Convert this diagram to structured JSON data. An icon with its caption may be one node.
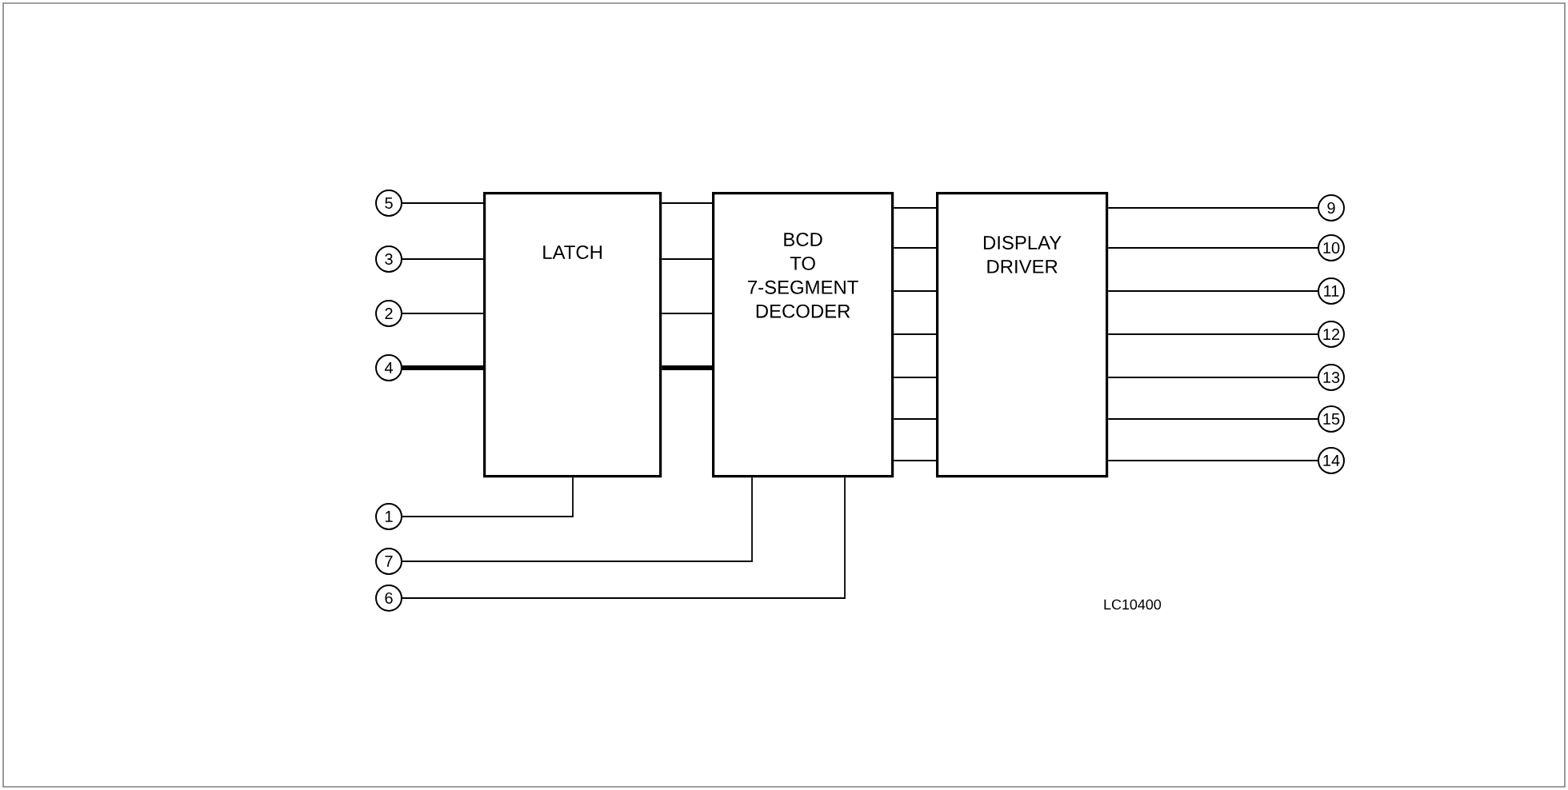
{
  "diagram": {
    "nodes": [
      {
        "text": [
          "LATCH"
        ]
      },
      {
        "text": [
          "BCD TO 7-SEGMENT DECODER"
        ]
      },
      {
        "text": [
          "DISPLAY DRIVER"
        ]
      },
      {
        "text": [
          "5"
        ]
      },
      {
        "text": [
          "3"
        ]
      },
      {
        "text": [
          "2"
        ]
      },
      {
        "text": [
          "4"
        ]
      },
      {
        "text": [
          "1"
        ]
      },
      {
        "text": [
          "7"
        ]
      },
      {
        "text": [
          "6"
        ]
      },
      {
        "text": [
          "9"
        ]
      },
      {
        "text": [
          "10"
        ]
      },
      {
        "text": [
          "11"
        ]
      },
      {
        "text": [
          "12"
        ]
      },
      {
        "text": [
          "13"
        ]
      },
      {
        "text": [
          "15"
        ]
      },
      {
        "text": [
          "14"
        ]
      }
    ],
    "edges": [
      {
        "from": 3,
        "to": 0,
        "arrow": "none"
      },
      {
        "from": 4,
        "to": 0,
        "arrow": "none"
      },
      {
        "from": 5,
        "to": 0,
        "arrow": "none"
      },
      {
        "from": 6,
        "to": 0,
        "arrow": "none",
        "style": "thick"
      },
      {
        "from": 7,
        "to": 0,
        "arrow": "none"
      },
      {
        "from": 8,
        "to": 1,
        "arrow": "none"
      },
      {
        "from": 9,
        "to": 1,
        "arrow": "none"
      },
      {
        "from": 0,
        "to": 1,
        "arrow": "none"
      },
      {
        "from": 0,
        "to": 1,
        "arrow": "none"
      },
      {
        "from": 0,
        "to": 1,
        "arrow": "none"
      },
      {
        "from": 0,
        "to": 1,
        "arrow": "none",
        "style": "thick"
      },
      {
        "from": 1,
        "to": 2,
        "arrow": "none"
      },
      {
        "from": 1,
        "to": 2,
        "arrow": "none"
      },
      {
        "from": 1,
        "to": 2,
        "arrow": "none"
      },
      {
        "from": 1,
        "to": 2,
        "arrow": "none"
      },
      {
        "from": 1,
        "to": 2,
        "arrow": "none"
      },
      {
        "from": 1,
        "to": 2,
        "arrow": "none"
      },
      {
        "from": 1,
        "to": 2,
        "arrow": "none"
      },
      {
        "from": 2,
        "to": 10,
        "arrow": "none"
      },
      {
        "from": 2,
        "to": 11,
        "arrow": "none"
      },
      {
        "from": 2,
        "to": 12,
        "arrow": "none"
      },
      {
        "from": 2,
        "to": 13,
        "arrow": "none"
      },
      {
        "from": 2,
        "to": 14,
        "arrow": "none"
      },
      {
        "from": 2,
        "to": 15,
        "arrow": "none"
      },
      {
        "from": 2,
        "to": 16,
        "arrow": "none"
      }
    ],
    "labels": [
      "LC10400"
    ]
  }
}
